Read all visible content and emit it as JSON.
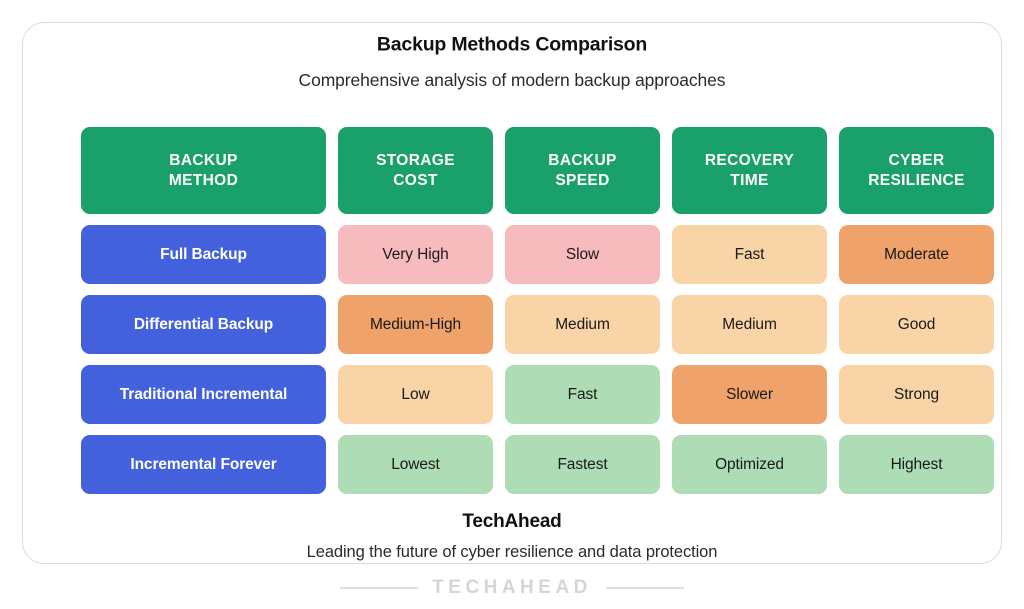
{
  "card": {
    "title": "Backup Methods Comparison",
    "subtitle": "Comprehensive analysis of modern backup approaches"
  },
  "table": {
    "headers": [
      {
        "line1": "BACKUP",
        "line2": "METHOD"
      },
      {
        "line1": "STORAGE",
        "line2": "COST"
      },
      {
        "line1": "BACKUP",
        "line2": "SPEED"
      },
      {
        "line1": "RECOVERY",
        "line2": "TIME"
      },
      {
        "line1": "CYBER",
        "line2": "RESILIENCE"
      }
    ],
    "rows": [
      {
        "label": "Full Backup",
        "cells": [
          {
            "text": "Very High",
            "swatch": "pink"
          },
          {
            "text": "Slow",
            "swatch": "pink"
          },
          {
            "text": "Fast",
            "swatch": "peach"
          },
          {
            "text": "Moderate",
            "swatch": "orange"
          }
        ]
      },
      {
        "label": "Differential Backup",
        "cells": [
          {
            "text": "Medium-High",
            "swatch": "orange"
          },
          {
            "text": "Medium",
            "swatch": "peach"
          },
          {
            "text": "Medium",
            "swatch": "peach"
          },
          {
            "text": "Good",
            "swatch": "peach"
          }
        ]
      },
      {
        "label": "Traditional Incremental",
        "cells": [
          {
            "text": "Low",
            "swatch": "peach"
          },
          {
            "text": "Fast",
            "swatch": "green"
          },
          {
            "text": "Slower",
            "swatch": "orange"
          },
          {
            "text": "Strong",
            "swatch": "peach"
          }
        ]
      },
      {
        "label": "Incremental Forever",
        "cells": [
          {
            "text": "Lowest",
            "swatch": "green"
          },
          {
            "text": "Fastest",
            "swatch": "green"
          },
          {
            "text": "Optimized",
            "swatch": "green"
          },
          {
            "text": "Highest",
            "swatch": "green"
          }
        ]
      }
    ]
  },
  "brand": {
    "name": "TechAhead",
    "tagline": "Leading the future of cyber resilience and data protection"
  },
  "watermark": {
    "text": "TECHAHEAD"
  },
  "colors": {
    "header_green": "#1aa06b",
    "row_label_blue": "#4361dc",
    "pink": "#f7bbbe",
    "orange": "#efa269",
    "peach": "#f9d4a6",
    "green": "#aedcb4",
    "card_border": "#dcdcdc",
    "watermark_gray": "#d5d5d5"
  }
}
